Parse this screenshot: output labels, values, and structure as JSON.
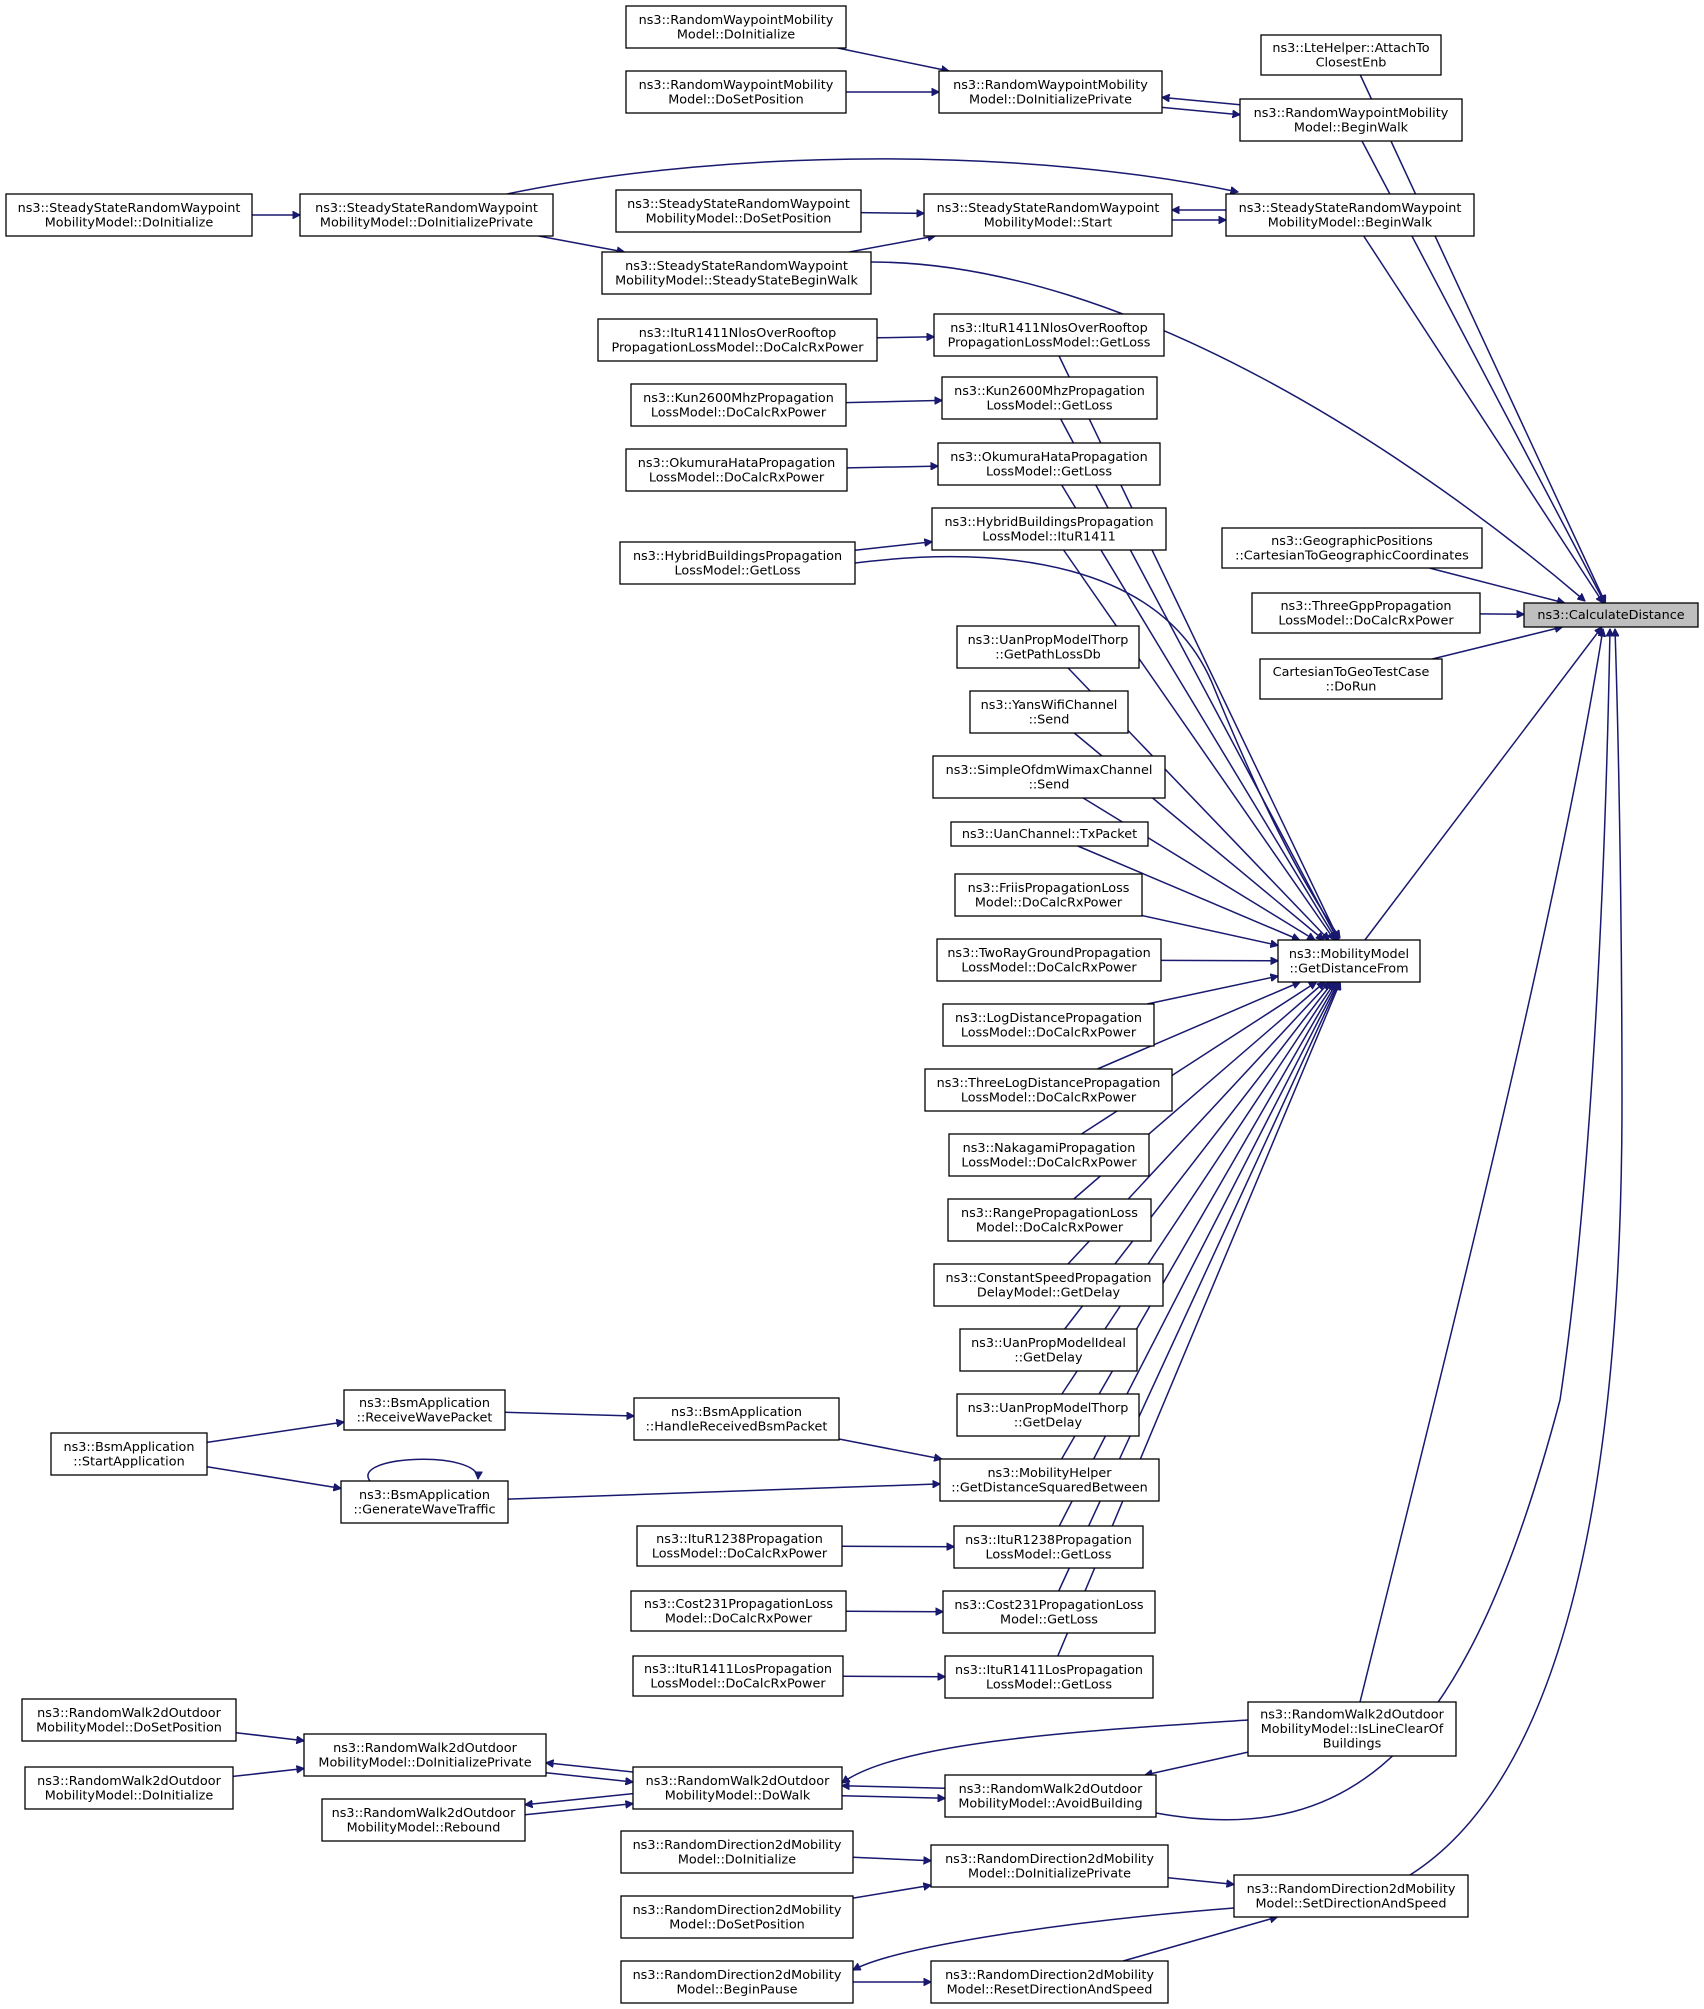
{
  "diagram": {
    "title": "",
    "nodes": [
      {
        "id": "calcdist",
        "lines": [
          "ns3::CalculateDistance"
        ],
        "highlight": true
      },
      {
        "id": "ltehelper",
        "lines": [
          "ns3::LteHelper::AttachTo",
          "ClosestEnb"
        ]
      },
      {
        "id": "rwp_init",
        "lines": [
          "ns3::RandomWaypointMobility",
          "Model::DoInitialize"
        ]
      },
      {
        "id": "rwp_setpos",
        "lines": [
          "ns3::RandomWaypointMobility",
          "Model::DoSetPosition"
        ]
      },
      {
        "id": "rwp_initpriv",
        "lines": [
          "ns3::RandomWaypointMobility",
          "Model::DoInitializePrivate"
        ]
      },
      {
        "id": "rwp_beginwalk",
        "lines": [
          "ns3::RandomWaypointMobility",
          "Model::BeginWalk"
        ]
      },
      {
        "id": "ss_init",
        "lines": [
          "ns3::SteadyStateRandomWaypoint",
          "MobilityModel::DoInitialize"
        ]
      },
      {
        "id": "ss_initpriv",
        "lines": [
          "ns3::SteadyStateRandomWaypoint",
          "MobilityModel::DoInitializePrivate"
        ]
      },
      {
        "id": "ss_setpos",
        "lines": [
          "ns3::SteadyStateRandomWaypoint",
          "MobilityModel::DoSetPosition"
        ]
      },
      {
        "id": "ss_start",
        "lines": [
          "ns3::SteadyStateRandomWaypoint",
          "MobilityModel::Start"
        ]
      },
      {
        "id": "ss_beginwalk",
        "lines": [
          "ns3::SteadyStateRandomWaypoint",
          "MobilityModel::BeginWalk"
        ]
      },
      {
        "id": "ss_ssbeginwalk",
        "lines": [
          "ns3::SteadyStateRandomWaypoint",
          "MobilityModel::SteadyStateBeginWalk"
        ]
      },
      {
        "id": "itu1411nlos_calc",
        "lines": [
          "ns3::ItuR1411NlosOverRooftop",
          "PropagationLossModel::DoCalcRxPower"
        ]
      },
      {
        "id": "itu1411nlos_get",
        "lines": [
          "ns3::ItuR1411NlosOverRooftop",
          "PropagationLossModel::GetLoss"
        ]
      },
      {
        "id": "kun_calc",
        "lines": [
          "ns3::Kun2600MhzPropagation",
          "LossModel::DoCalcRxPower"
        ]
      },
      {
        "id": "kun_get",
        "lines": [
          "ns3::Kun2600MhzPropagation",
          "LossModel::GetLoss"
        ]
      },
      {
        "id": "oku_calc",
        "lines": [
          "ns3::OkumuraHataPropagation",
          "LossModel::DoCalcRxPower"
        ]
      },
      {
        "id": "oku_get",
        "lines": [
          "ns3::OkumuraHataPropagation",
          "LossModel::GetLoss"
        ]
      },
      {
        "id": "hyb_itu",
        "lines": [
          "ns3::HybridBuildingsPropagation",
          "LossModel::ItuR1411"
        ]
      },
      {
        "id": "hyb_get",
        "lines": [
          "ns3::HybridBuildingsPropagation",
          "LossModel::GetLoss"
        ]
      },
      {
        "id": "geo_cart",
        "lines": [
          "ns3::GeographicPositions",
          "::CartesianToGeographicCoordinates"
        ]
      },
      {
        "id": "threegpp",
        "lines": [
          "ns3::ThreeGppPropagation",
          "LossModel::DoCalcRxPower"
        ]
      },
      {
        "id": "cart_test",
        "lines": [
          "CartesianToGeoTestCase",
          "::DoRun"
        ]
      },
      {
        "id": "uan_thorp_pl",
        "lines": [
          "ns3::UanPropModelThorp",
          "::GetPathLossDb"
        ]
      },
      {
        "id": "yans_send",
        "lines": [
          "ns3::YansWifiChannel",
          "::Send"
        ]
      },
      {
        "id": "ofdm_send",
        "lines": [
          "ns3::SimpleOfdmWimaxChannel",
          "::Send"
        ]
      },
      {
        "id": "uan_tx",
        "lines": [
          "ns3::UanChannel::TxPacket"
        ]
      },
      {
        "id": "friis",
        "lines": [
          "ns3::FriisPropagationLoss",
          "Model::DoCalcRxPower"
        ]
      },
      {
        "id": "tworay",
        "lines": [
          "ns3::TwoRayGroundPropagation",
          "LossModel::DoCalcRxPower"
        ]
      },
      {
        "id": "logdist",
        "lines": [
          "ns3::LogDistancePropagation",
          "LossModel::DoCalcRxPower"
        ]
      },
      {
        "id": "threelog",
        "lines": [
          "ns3::ThreeLogDistancePropagation",
          "LossModel::DoCalcRxPower"
        ]
      },
      {
        "id": "nakagami",
        "lines": [
          "ns3::NakagamiPropagation",
          "LossModel::DoCalcRxPower"
        ]
      },
      {
        "id": "range",
        "lines": [
          "ns3::RangePropagationLoss",
          "Model::DoCalcRxPower"
        ]
      },
      {
        "id": "constspeed",
        "lines": [
          "ns3::ConstantSpeedPropagation",
          "DelayModel::GetDelay"
        ]
      },
      {
        "id": "uan_ideal",
        "lines": [
          "ns3::UanPropModelIdeal",
          "::GetDelay"
        ]
      },
      {
        "id": "uan_thorp_delay",
        "lines": [
          "ns3::UanPropModelThorp",
          "::GetDelay"
        ]
      },
      {
        "id": "mob_getdist",
        "lines": [
          "ns3::MobilityModel",
          "::GetDistanceFrom"
        ]
      },
      {
        "id": "bsm_start",
        "lines": [
          "ns3::BsmApplication",
          "::StartApplication"
        ]
      },
      {
        "id": "bsm_recv",
        "lines": [
          "ns3::BsmApplication",
          "::ReceiveWavePacket"
        ]
      },
      {
        "id": "bsm_gen",
        "lines": [
          "ns3::BsmApplication",
          "::GenerateWaveTraffic"
        ]
      },
      {
        "id": "bsm_handle",
        "lines": [
          "ns3::BsmApplication",
          "::HandleReceivedBsmPacket"
        ]
      },
      {
        "id": "mobhelper",
        "lines": [
          "ns3::MobilityHelper",
          "::GetDistanceSquaredBetween"
        ]
      },
      {
        "id": "itu1238_calc",
        "lines": [
          "ns3::ItuR1238Propagation",
          "LossModel::DoCalcRxPower"
        ]
      },
      {
        "id": "itu1238_get",
        "lines": [
          "ns3::ItuR1238Propagation",
          "LossModel::GetLoss"
        ]
      },
      {
        "id": "cost231_calc",
        "lines": [
          "ns3::Cost231PropagationLoss",
          "Model::DoCalcRxPower"
        ]
      },
      {
        "id": "cost231_get",
        "lines": [
          "ns3::Cost231PropagationLoss",
          "Model::GetLoss"
        ]
      },
      {
        "id": "itu1411los_calc",
        "lines": [
          "ns3::ItuR1411LosPropagation",
          "LossModel::DoCalcRxPower"
        ]
      },
      {
        "id": "itu1411los_get",
        "lines": [
          "ns3::ItuR1411LosPropagation",
          "LossModel::GetLoss"
        ]
      },
      {
        "id": "rw2d_setpos",
        "lines": [
          "ns3::RandomWalk2dOutdoor",
          "MobilityModel::DoSetPosition"
        ]
      },
      {
        "id": "rw2d_init",
        "lines": [
          "ns3::RandomWalk2dOutdoor",
          "MobilityModel::DoInitialize"
        ]
      },
      {
        "id": "rw2d_initpriv",
        "lines": [
          "ns3::RandomWalk2dOutdoor",
          "MobilityModel::DoInitializePrivate"
        ]
      },
      {
        "id": "rw2d_rebound",
        "lines": [
          "ns3::RandomWalk2dOutdoor",
          "MobilityModel::Rebound"
        ]
      },
      {
        "id": "rw2d_dowalk",
        "lines": [
          "ns3::RandomWalk2dOutdoor",
          "MobilityModel::DoWalk"
        ]
      },
      {
        "id": "rw2d_avoid",
        "lines": [
          "ns3::RandomWalk2dOutdoor",
          "MobilityModel::AvoidBuilding"
        ]
      },
      {
        "id": "rw2d_lineclear",
        "lines": [
          "ns3::RandomWalk2dOutdoor",
          "MobilityModel::IsLineClearOf",
          "Buildings"
        ]
      },
      {
        "id": "rd2d_init",
        "lines": [
          "ns3::RandomDirection2dMobility",
          "Model::DoInitialize"
        ]
      },
      {
        "id": "rd2d_setpos",
        "lines": [
          "ns3::RandomDirection2dMobility",
          "Model::DoSetPosition"
        ]
      },
      {
        "id": "rd2d_initpriv",
        "lines": [
          "ns3::RandomDirection2dMobility",
          "Model::DoInitializePrivate"
        ]
      },
      {
        "id": "rd2d_setdir",
        "lines": [
          "ns3::RandomDirection2dMobility",
          "Model::SetDirectionAndSpeed"
        ]
      },
      {
        "id": "rd2d_pause",
        "lines": [
          "ns3::RandomDirection2dMobility",
          "Model::BeginPause"
        ]
      },
      {
        "id": "rd2d_reset",
        "lines": [
          "ns3::RandomDirection2dMobility",
          "Model::ResetDirectionAndSpeed"
        ]
      }
    ],
    "edges": [
      [
        "ltehelper",
        "calcdist"
      ],
      [
        "rwp_beginwalk",
        "calcdist"
      ],
      [
        "ss_beginwalk",
        "calcdist"
      ],
      [
        "ss_ssbeginwalk",
        "calcdist"
      ],
      [
        "geo_cart",
        "calcdist"
      ],
      [
        "threegpp",
        "calcdist"
      ],
      [
        "cart_test",
        "calcdist"
      ],
      [
        "mob_getdist",
        "calcdist"
      ],
      [
        "rw2d_lineclear",
        "calcdist"
      ],
      [
        "rw2d_avoid",
        "calcdist"
      ],
      [
        "rd2d_setdir",
        "calcdist"
      ],
      [
        "rwp_init",
        "rwp_initpriv"
      ],
      [
        "rwp_setpos",
        "rwp_initpriv"
      ],
      [
        "rwp_beginwalk",
        "rwp_initpriv"
      ],
      [
        "rwp_initpriv",
        "rwp_beginwalk"
      ],
      [
        "ss_init",
        "ss_initpriv"
      ],
      [
        "ss_initpriv",
        "ss_beginwalk"
      ],
      [
        "ss_initpriv",
        "ss_ssbeginwalk"
      ],
      [
        "ss_setpos",
        "ss_start"
      ],
      [
        "ss_ssbeginwalk",
        "ss_start"
      ],
      [
        "ss_start",
        "ss_beginwalk"
      ],
      [
        "ss_beginwalk",
        "ss_start"
      ],
      [
        "itu1411nlos_calc",
        "itu1411nlos_get"
      ],
      [
        "kun_calc",
        "kun_get"
      ],
      [
        "oku_calc",
        "oku_get"
      ],
      [
        "hyb_get",
        "hyb_itu"
      ],
      [
        "itu1411nlos_get",
        "mob_getdist"
      ],
      [
        "kun_get",
        "mob_getdist"
      ],
      [
        "oku_get",
        "mob_getdist"
      ],
      [
        "hyb_itu",
        "mob_getdist"
      ],
      [
        "hyb_get",
        "mob_getdist"
      ],
      [
        "uan_thorp_pl",
        "mob_getdist"
      ],
      [
        "yans_send",
        "mob_getdist"
      ],
      [
        "ofdm_send",
        "mob_getdist"
      ],
      [
        "uan_tx",
        "mob_getdist"
      ],
      [
        "friis",
        "mob_getdist"
      ],
      [
        "tworay",
        "mob_getdist"
      ],
      [
        "logdist",
        "mob_getdist"
      ],
      [
        "threelog",
        "mob_getdist"
      ],
      [
        "nakagami",
        "mob_getdist"
      ],
      [
        "range",
        "mob_getdist"
      ],
      [
        "constspeed",
        "mob_getdist"
      ],
      [
        "uan_ideal",
        "mob_getdist"
      ],
      [
        "uan_thorp_delay",
        "mob_getdist"
      ],
      [
        "mobhelper",
        "mob_getdist"
      ],
      [
        "itu1238_get",
        "mob_getdist"
      ],
      [
        "cost231_get",
        "mob_getdist"
      ],
      [
        "itu1411los_get",
        "mob_getdist"
      ],
      [
        "bsm_start",
        "bsm_recv"
      ],
      [
        "bsm_start",
        "bsm_gen"
      ],
      [
        "bsm_gen",
        "bsm_gen"
      ],
      [
        "bsm_recv",
        "bsm_handle"
      ],
      [
        "bsm_handle",
        "mobhelper"
      ],
      [
        "bsm_gen",
        "mobhelper"
      ],
      [
        "itu1238_calc",
        "itu1238_get"
      ],
      [
        "cost231_calc",
        "cost231_get"
      ],
      [
        "itu1411los_calc",
        "itu1411los_get"
      ],
      [
        "rw2d_setpos",
        "rw2d_initpriv"
      ],
      [
        "rw2d_init",
        "rw2d_initpriv"
      ],
      [
        "rw2d_dowalk",
        "rw2d_initpriv"
      ],
      [
        "rw2d_initpriv",
        "rw2d_dowalk"
      ],
      [
        "rw2d_dowalk",
        "rw2d_rebound"
      ],
      [
        "rw2d_rebound",
        "rw2d_dowalk"
      ],
      [
        "rw2d_lineclear",
        "rw2d_dowalk"
      ],
      [
        "rw2d_avoid",
        "rw2d_dowalk"
      ],
      [
        "rw2d_dowalk",
        "rw2d_avoid"
      ],
      [
        "rw2d_lineclear",
        "rw2d_avoid"
      ],
      [
        "rd2d_init",
        "rd2d_initpriv"
      ],
      [
        "rd2d_setpos",
        "rd2d_initpriv"
      ],
      [
        "rd2d_initpriv",
        "rd2d_setdir"
      ],
      [
        "rd2d_setdir",
        "rd2d_pause"
      ],
      [
        "rd2d_pause",
        "rd2d_reset"
      ],
      [
        "rd2d_reset",
        "rd2d_setdir"
      ]
    ]
  }
}
